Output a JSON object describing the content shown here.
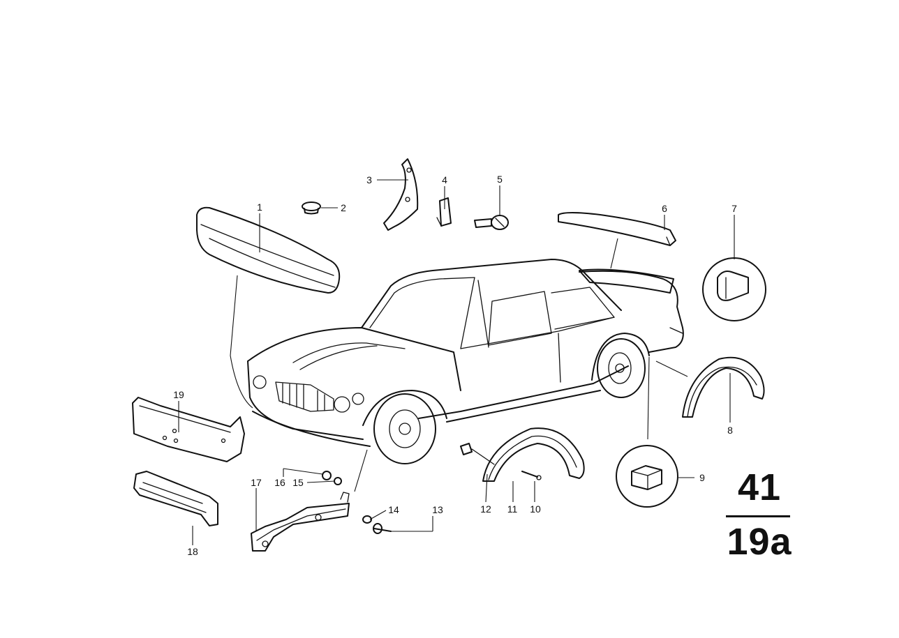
{
  "callouts": [
    "1",
    "2",
    "3",
    "4",
    "5",
    "6",
    "7",
    "8",
    "9",
    "10",
    "11",
    "12",
    "13",
    "14",
    "15",
    "16",
    "17",
    "18",
    "19"
  ],
  "reference": {
    "group": "41",
    "subgroup": "19a"
  },
  "colors": {
    "ink": "#111111",
    "paper": "#ffffff"
  }
}
